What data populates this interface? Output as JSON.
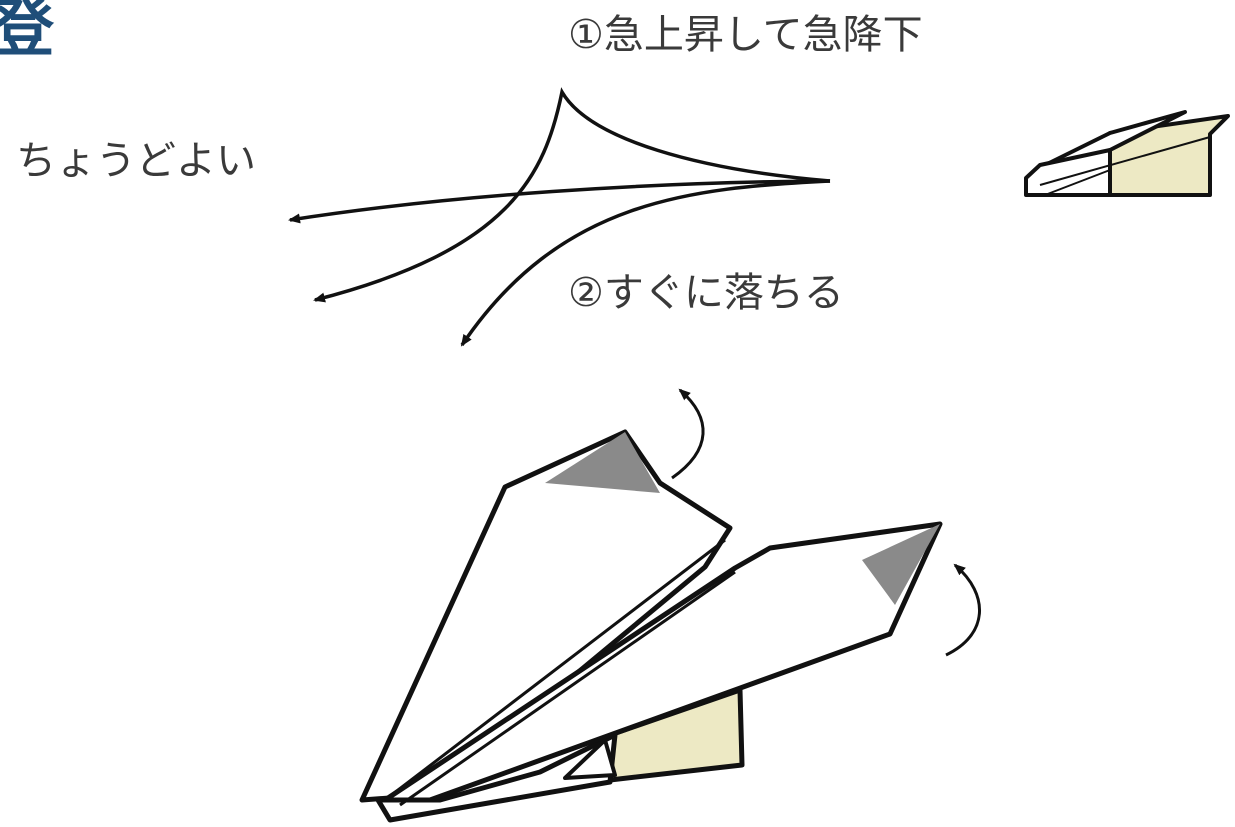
{
  "labels": {
    "edge_char": "登",
    "steep": "①急上昇して急降下",
    "good": "ちょうどよい",
    "drop": "②すぐに落ちる"
  },
  "colors": {
    "edge_char": "#1f4e79",
    "text": "#3a3a3a",
    "line": "#111111",
    "paper": "#ffffff",
    "fuselage": "#ede9c4",
    "elevator": "#8a8a8a"
  }
}
